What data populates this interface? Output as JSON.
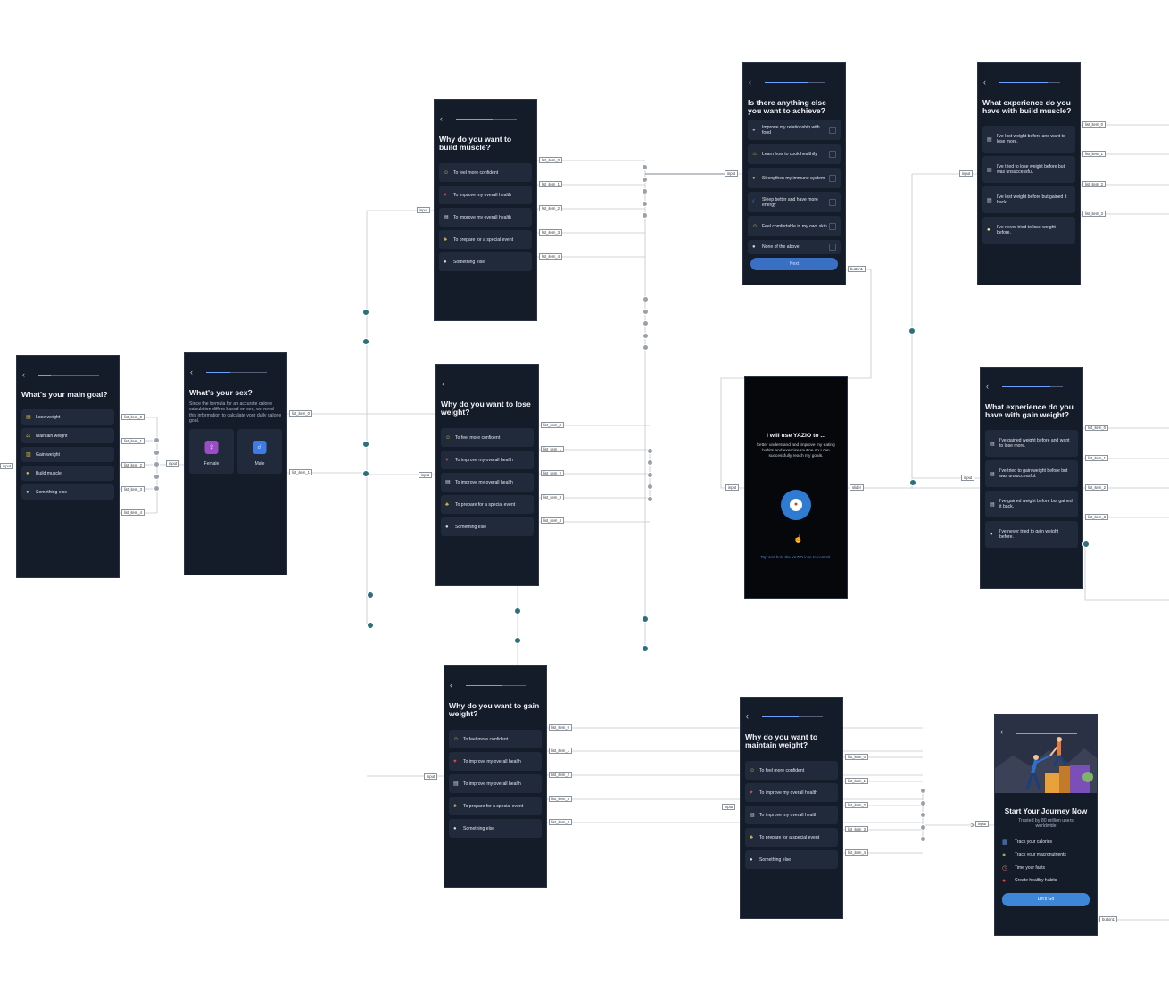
{
  "labels": {
    "input": "input",
    "button1": "button1",
    "slider": "slider",
    "items": [
      "list_item_0",
      "list_item_1",
      "list_item_2",
      "list_item_3",
      "list_item_4"
    ]
  },
  "icons": {
    "back": "chevron-left-icon",
    "emoji_confident": "smiling-face-with-sunglasses-icon",
    "emoji_health": "red-heart-icon",
    "emoji_chart": "chart-icon",
    "emoji_event": "person-with-cake-icon",
    "emoji_chat": "speech-bubble-icon",
    "colors": {
      "screen_bg": "#141b29",
      "option_bg": "#212a3b",
      "accent_blue": "#3a70c4",
      "node_teal": "#2e6f7c"
    }
  },
  "main_goal": {
    "title": "What's your main goal?",
    "options": [
      "Lose weight",
      "Maintain weight",
      "Gain weight",
      "Build muscle",
      "Something else"
    ]
  },
  "sex": {
    "title": "What's your sex?",
    "subtitle": "Since the formula for an accurate calorie calculation differs based on sex, we need this information to calculate your daily calorie goal.",
    "options": [
      "Female",
      "Male"
    ]
  },
  "why_muscle": {
    "title": "Why do you want to build muscle?",
    "options": [
      "To feel more confident",
      "To improve my overall health",
      "To improve my overall health",
      "To prepare for a special event",
      "Something else"
    ]
  },
  "why_lose": {
    "title": "Why do you want to lose weight?",
    "options": [
      "To feel more confident",
      "To improve my overall health",
      "To improve my overall health",
      "To prepare for a special event",
      "Something else"
    ]
  },
  "why_gain": {
    "title": "Why do you want to gain weight?",
    "options": [
      "To feel more confident",
      "To improve my overall health",
      "To improve my overall health",
      "To prepare for a special event",
      "Something else"
    ]
  },
  "why_maintain": {
    "title": "Why do you want to maintain weight?",
    "options": [
      "To feel more confident",
      "To improve my overall health",
      "To improve my overall health",
      "To prepare for a special event",
      "Something else"
    ]
  },
  "anything_else": {
    "title": "Is there anything else you want to achieve?",
    "options": [
      "Improve my relationship with food",
      "Learn how to cook healthily",
      "Strengthen my immune system",
      "Sleep better and have more energy",
      "Feel comfortable in my own skin",
      "None of the above"
    ],
    "button": "Next"
  },
  "commit": {
    "title": "I will use YAZIO to ...",
    "text": "better understand and improve my eating habits and exercise routine so I can successfully reach my goals.",
    "hint": "Tap and hold the YAZIO icon to commit."
  },
  "exp_muscle": {
    "title": "What experience do you have with build muscle?",
    "options": [
      "I've lost weight before and want to lose more.",
      "I've tried to lose weight before but was unsuccessful.",
      "I've lost weight before but gained it back.",
      "I've never tried to lose weight before."
    ]
  },
  "exp_gain": {
    "title": "What experience do you have with gain weight?",
    "options": [
      "I've gained weight before and want to lose more.",
      "I've tried to gain weight before but was unsuccessful.",
      "I've gained weight before but gained it back.",
      "I've never tried to gain weight before."
    ]
  },
  "journey": {
    "title": "Start Your Journey Now",
    "subtitle": "Trusted by 80 million users worldwide",
    "features": [
      "Track your calories",
      "Track your macronutrients",
      "Time your fasts",
      "Create healthy habits"
    ],
    "button": "Let's Go"
  }
}
